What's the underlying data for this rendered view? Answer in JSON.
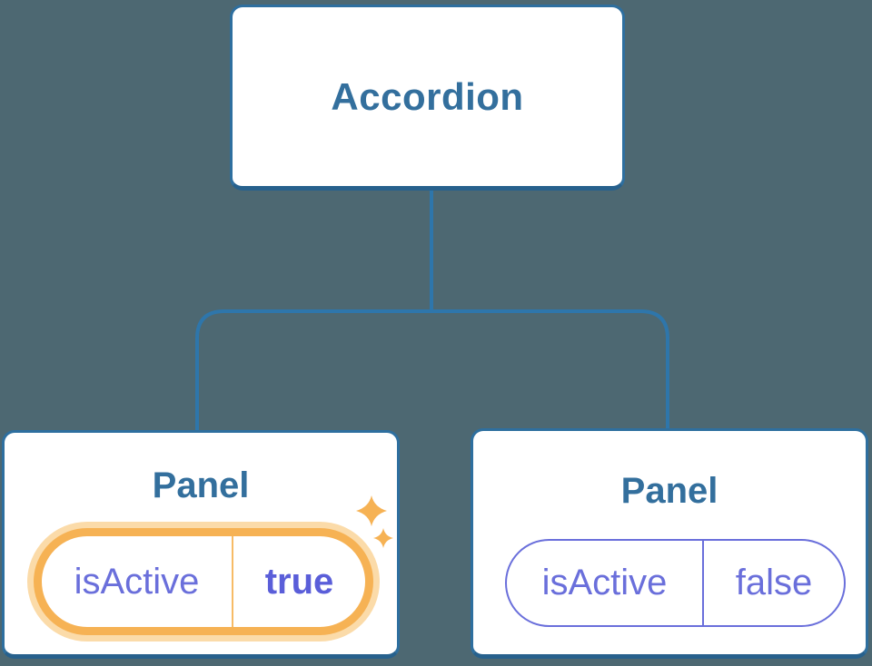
{
  "diagram": {
    "description": "Component tree: Accordion parent with two Panel children holding isActive state",
    "root": {
      "label": "Accordion"
    },
    "children": [
      {
        "title": "Panel",
        "prop": {
          "name": "isActive",
          "value": "true"
        },
        "active": true,
        "badge": "sparkles"
      },
      {
        "title": "Panel",
        "prop": {
          "name": "isActive",
          "value": "false"
        },
        "active": false
      }
    ]
  },
  "colors": {
    "background": "#4D6872",
    "connector_blue": "#2E76AB",
    "box_border_blue": "#2E6F9F",
    "box_border_bottom_blue": "#27618D",
    "title_blue": "#336F9D",
    "state_purple": "#6A6FDB",
    "state_purple_bold": "#5A5ED9",
    "highlight_orange": "#F6B254",
    "highlight_glow": "#FBDBA9"
  },
  "icons": {
    "sparkle_large": "sparkle-icon",
    "sparkle_small": "sparkle-icon"
  }
}
